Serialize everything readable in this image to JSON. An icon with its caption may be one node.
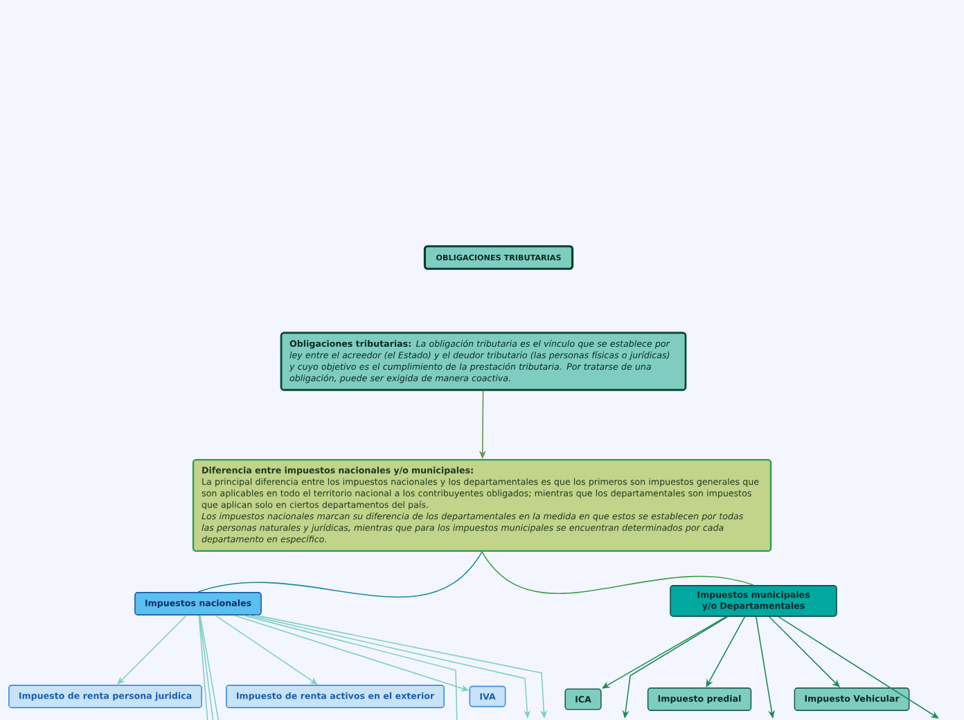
{
  "diagram": {
    "nodes": [
      {
        "text": [
          "OBLIGACIONES TRIBUTARIAS"
        ]
      },
      {
        "text": [
          "**Obligaciones tributarias:** *La obligación tributaria es el vínculo que se establece por ley entre el acreedor (el Estado) y el deudor tributario (las personas físicas o jurídicas) y cuyo objetivo es el cumplimiento de la prestación tributaria. Por tratarse de una obligación, puede ser exigida de manera coactiva.*"
        ]
      },
      {
        "text": [
          "Diferencia entre impuestos nacionales y/o municipales:",
          "La principal diferencia entre los impuestos nacionales y los departamentales es que los primeros son impuestos generales que son aplicables en todo el territorio nacional a los contribuyentes obligados; mientras que los departamentales son impuestos que aplican solo en ciertos departamentos del país.",
          "Los impuestos nacionales marcan su diferencia de los departamentales en la medida en que estos se establecen por todas las personas naturales y jurídicas, mientras que para los impuestos municipales se encuentran determinados por cada departamento en específico."
        ]
      },
      {
        "text": [
          "Impuestos nacionales"
        ]
      },
      {
        "text": [
          "Impuestos municipales y/o Departamentales"
        ]
      },
      {
        "text": [
          "Impuesto de renta persona juridica"
        ]
      },
      {
        "text": [
          "Impuesto de renta activos en el exterior"
        ]
      },
      {
        "text": [
          "IVA"
        ]
      },
      {
        "text": [
          "ICA"
        ]
      },
      {
        "text": [
          "Impuesto predial"
        ]
      },
      {
        "text": [
          "Impuesto Vehicular"
        ]
      }
    ],
    "edges": [
      {
        "from": 1,
        "to": 2,
        "arrow": "to",
        "color": "#6f8f4f"
      },
      {
        "from": 2,
        "to": 3,
        "arrow": "none",
        "color": "#1a8aa0"
      },
      {
        "from": 2,
        "to": 4,
        "arrow": "none",
        "color": "#3aa048"
      },
      {
        "from": 3,
        "to": 5,
        "arrow": "to",
        "color": "#7fcfc4"
      },
      {
        "from": 3,
        "to": null,
        "arrow": "none",
        "color": "#7fcfc4"
      },
      {
        "from": 3,
        "to": null,
        "arrow": "none",
        "color": "#7fcfc4"
      },
      {
        "from": 3,
        "to": null,
        "arrow": "none",
        "color": "#7fcfc4"
      },
      {
        "from": 3,
        "to": null,
        "arrow": "to",
        "color": "#7fcfc4"
      },
      {
        "from": 3,
        "to": null,
        "arrow": "none",
        "color": "#7fcfc4"
      },
      {
        "from": 3,
        "to": 6,
        "arrow": "to",
        "color": "#7fcfc4"
      },
      {
        "from": 3,
        "to": null,
        "arrow": "to",
        "color": "#7fcfc4"
      },
      {
        "from": 3,
        "to": 7,
        "arrow": "to",
        "color": "#7fcfc4"
      },
      {
        "from": 4,
        "to": 8,
        "arrow": "to",
        "color": "#1e8a55"
      },
      {
        "from": 4,
        "to": null,
        "arrow": "to",
        "color": "#1e8a55"
      },
      {
        "from": 4,
        "to": 9,
        "arrow": "to",
        "color": "#1e8a55"
      },
      {
        "from": 4,
        "to": null,
        "arrow": "to",
        "color": "#1e8a55"
      },
      {
        "from": 4,
        "to": 10,
        "arrow": "to",
        "color": "#1e8a55"
      },
      {
        "from": 4,
        "to": null,
        "arrow": "to",
        "color": "#1e8a55"
      }
    ]
  }
}
